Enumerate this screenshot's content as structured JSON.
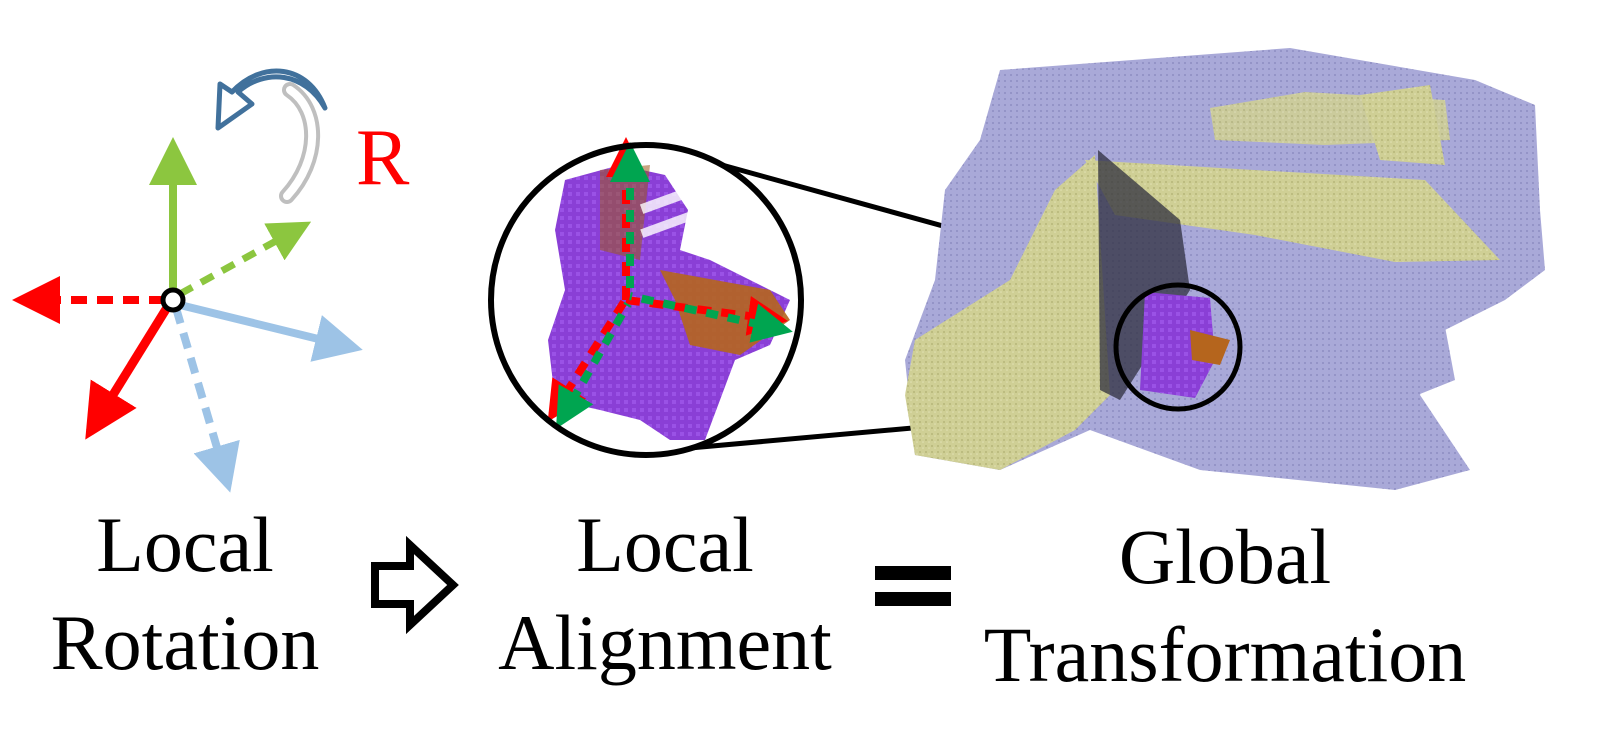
{
  "figure": {
    "rotation_symbol": "R",
    "captions": {
      "local_rotation": {
        "line1": "Local",
        "line2": "Rotation"
      },
      "local_alignment": {
        "line1": "Local",
        "line2": "Alignment"
      },
      "global_transformation": {
        "line1": "Global",
        "line2": "Transformation"
      }
    },
    "colors": {
      "axis_red": "#ff0000",
      "axis_green": "#8cc63f",
      "axis_blue": "#9dc3e6",
      "rotation_arrow": "#41719c",
      "rotation_arrow_back": "#bfbfbf",
      "chair_purple": "#8a3fd6",
      "chair_brown": "#b5651d",
      "scene_yellow": "#c9c98c",
      "scene_lavender": "#a7a7d6",
      "local_axis_green": "#00a550",
      "local_axis_red": "#ff0000"
    },
    "icons": {
      "rotation": "curved-rotation-arrow-icon",
      "implies": "hollow-right-arrow-icon",
      "equals": "equals-sign-icon"
    }
  }
}
